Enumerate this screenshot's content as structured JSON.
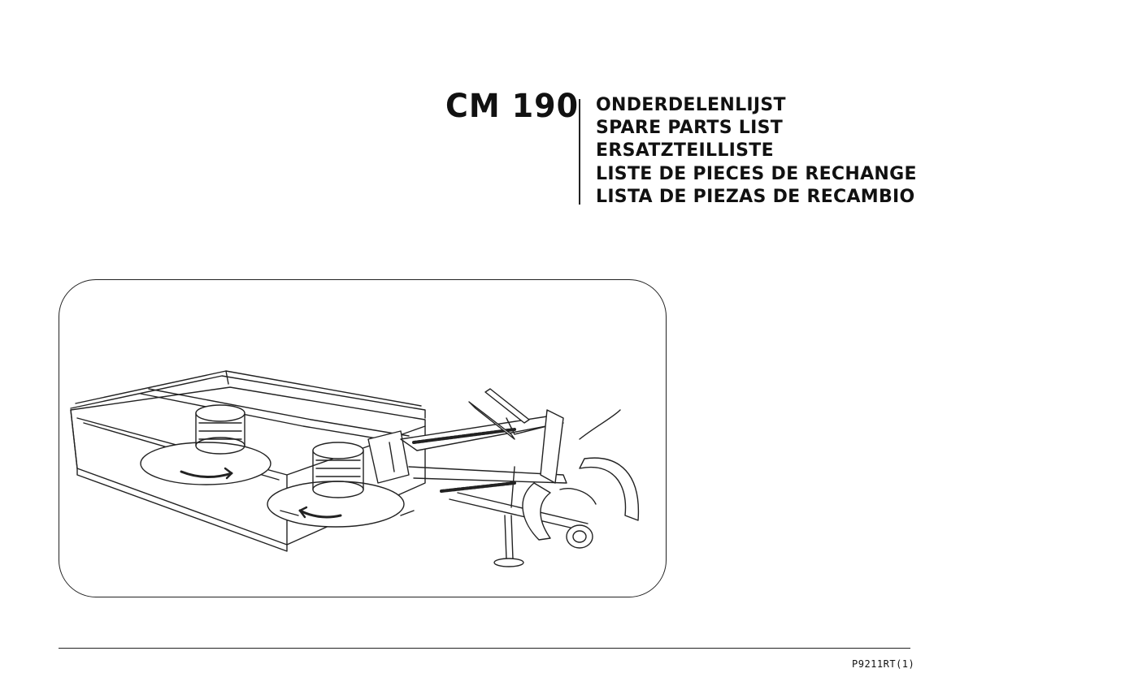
{
  "header": {
    "model": "CM 190",
    "titles": [
      "ONDERDELENLIJST",
      "SPARE PARTS LIST",
      "ERSATZTEILLISTE",
      "LISTE DE PIECES DE RECHANGE",
      "LISTA DE PIEZAS DE RECAMBIO"
    ]
  },
  "figure": {
    "subject": "disc-mower-illustration"
  },
  "footer": {
    "code": "P9211RT(1)"
  }
}
